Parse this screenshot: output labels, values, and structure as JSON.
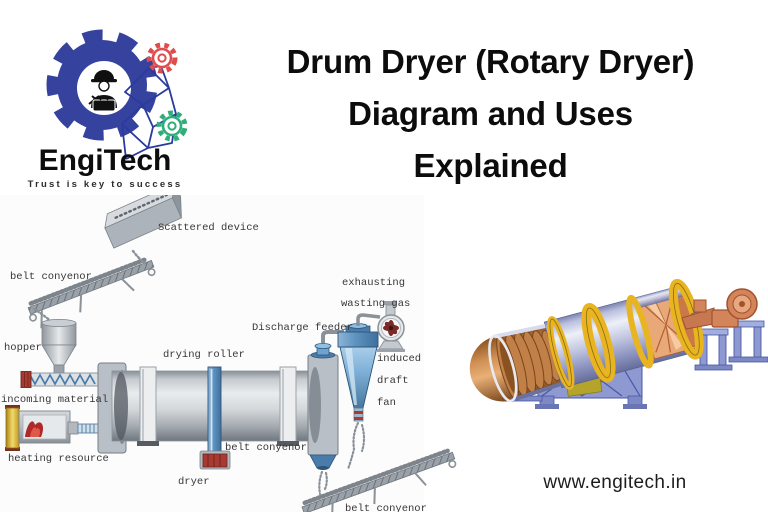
{
  "logo": {
    "brand": "EngiTech",
    "tagline": "Trust is key to success"
  },
  "title": {
    "line1": "Drum Dryer (Rotary Dryer)",
    "line2": "Diagram and Uses",
    "line3": "Explained"
  },
  "diagram": {
    "labels": {
      "scattered_device": "Scattered device",
      "belt_conveyor_top": "belt conyenor",
      "hopper": "hopper",
      "incoming_material": "incoming material",
      "heating_resource": "heating resource",
      "drying_roller": "drying roller",
      "belt_conveyor_mid": "belt conyenor",
      "dryer": "dryer",
      "discharge_feeder": "Discharge feeder",
      "exhaust_line1": "exhausting",
      "exhaust_line2": "wasting gas",
      "fan_line1": "induced",
      "fan_line2": "draft",
      "fan_line3": "fan",
      "belt_conveyor_bottom": "belt conyenor"
    }
  },
  "footer": {
    "website": "www.engitech.in"
  },
  "icons": {
    "logo_main": "gear-icon",
    "logo_person": "engineer-icon",
    "logo_small_red": "gear-outline-icon",
    "logo_small_green": "gear-outline-icon",
    "logo_mesh": "polygon-network-graphic",
    "fan": "induced-draft-fan-icon"
  },
  "colors": {
    "logo_blue": "#35429e",
    "gear_red": "#e04b4b",
    "gear_green": "#2fae7a",
    "drum_gray": "#b9bfc6",
    "pipe_blue": "#4a7cab",
    "accent_red": "#a83a32",
    "cyclone_blue": "#6fa3cf",
    "shell_periwinkle": "#b4bbdd",
    "coil_copper": "#c08048",
    "ring_yellow": "#e9b421",
    "frame_blue": "#8d99d0",
    "drive_orange": "#d4845a"
  }
}
